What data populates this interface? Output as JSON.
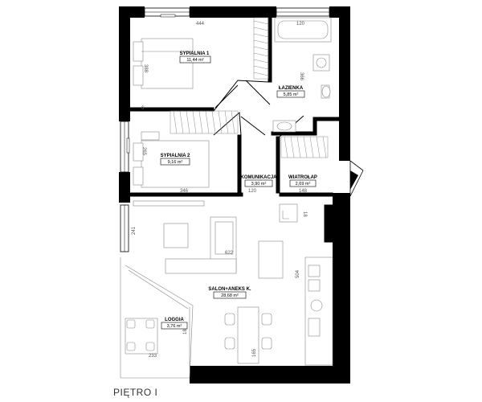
{
  "floor_label": "PIĘTRO I",
  "rooms": [
    {
      "name": "SYPIALNIA 1",
      "area": "11,44 m²"
    },
    {
      "name": "ŁAZIENKA",
      "area": "5,85 m²"
    },
    {
      "name": "SYPIALNIA 2",
      "area": "9,16 m²"
    },
    {
      "name": "KOMUNIKACJA",
      "area": "3,90 m²"
    },
    {
      "name": "WIATROŁAP",
      "area": "2,69 m²"
    },
    {
      "name": "SALON+ANEKS K.",
      "area": "28,68 m²"
    },
    {
      "name": "LOGGIA",
      "area": "3,76 m²"
    }
  ],
  "dimensions": [
    "444",
    "120",
    "388",
    "366",
    "265",
    "346",
    "120",
    "148",
    "241",
    "622",
    "504",
    "233",
    "180",
    "165",
    "6",
    "18"
  ]
}
